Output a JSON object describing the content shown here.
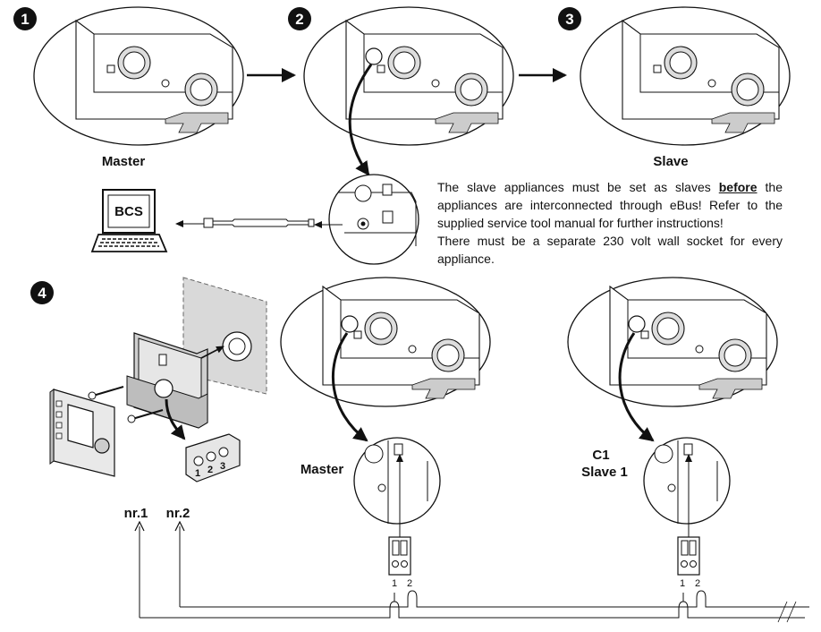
{
  "steps": [
    "1",
    "2",
    "3",
    "4"
  ],
  "labels": {
    "master_top": "Master",
    "slave_top": "Slave",
    "bcs": "BCS",
    "master_bottom": "Master",
    "c1": "C1",
    "slave1": "Slave 1",
    "nr1": "nr.1",
    "nr2": "nr.2"
  },
  "terminal_pins": [
    "1",
    "2",
    "3"
  ],
  "connector_pins": [
    "1",
    "2"
  ],
  "note": {
    "line1_before": "The slave appliances must be set as slaves",
    "line1_emph": "before",
    "line1_after": "the appliances are interconnected through eBus! Refer to the supplied service tool manual for further instructions!",
    "line2": "There must be a separate 230 volt wall socket for every appliance."
  }
}
